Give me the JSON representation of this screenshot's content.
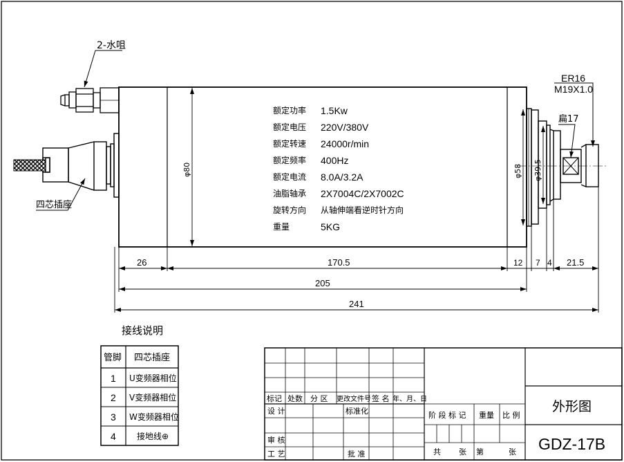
{
  "labels": {
    "nozzle": "2-水咀",
    "connector": "四芯插座",
    "collet": "ER16",
    "thread": "M19X1.0",
    "flat": "扁17"
  },
  "diameters": {
    "body": "φ80",
    "front": "φ58",
    "nose": "φ39.5"
  },
  "specs": [
    {
      "label": "额定功率",
      "value": "1.5Kw"
    },
    {
      "label": "额定电压",
      "value": "220V/380V"
    },
    {
      "label": "额定转速",
      "value": "24000r/min"
    },
    {
      "label": "额定频率",
      "value": "400Hz"
    },
    {
      "label": "额定电流",
      "value": "8.0A/3.2A"
    },
    {
      "label": "油脂轴承",
      "value": "2X7004C/2X7002C"
    },
    {
      "label": "旋转方向",
      "value": "从轴伸端看逆时针方向"
    },
    {
      "label": "重量",
      "value": "5KG"
    }
  ],
  "dimensions": {
    "d26": "26",
    "d170": "170.5",
    "d12": "12",
    "d7": "7",
    "d4": "4",
    "d21": "21.5",
    "d205": "205",
    "d241": "241"
  },
  "wiring": {
    "title": "接线说明",
    "headers": [
      "管脚",
      "四芯插座"
    ],
    "rows": [
      {
        "pin": "1",
        "desc": "U变频器相位"
      },
      {
        "pin": "2",
        "desc": "V变频器相位"
      },
      {
        "pin": "3",
        "desc": "W变频器相位"
      },
      {
        "pin": "4",
        "desc": "接地线⊕"
      }
    ]
  },
  "title_block": {
    "rev_headers": [
      "标记",
      "处数",
      "分 区",
      "更改文件号",
      "签 名",
      "年、月、日"
    ],
    "design": "设 计",
    "standardize": "标准化",
    "review": "审 核",
    "process": "工 艺",
    "approve": "批 准",
    "stage_mark": "阶 段 标 记",
    "weight": "重量",
    "scale": "比 例",
    "total": "共",
    "sheets": "张",
    "sheet_no": "第",
    "sheets2": "张",
    "drawing_name": "外形图",
    "drawing_no": "GDZ-17B"
  }
}
